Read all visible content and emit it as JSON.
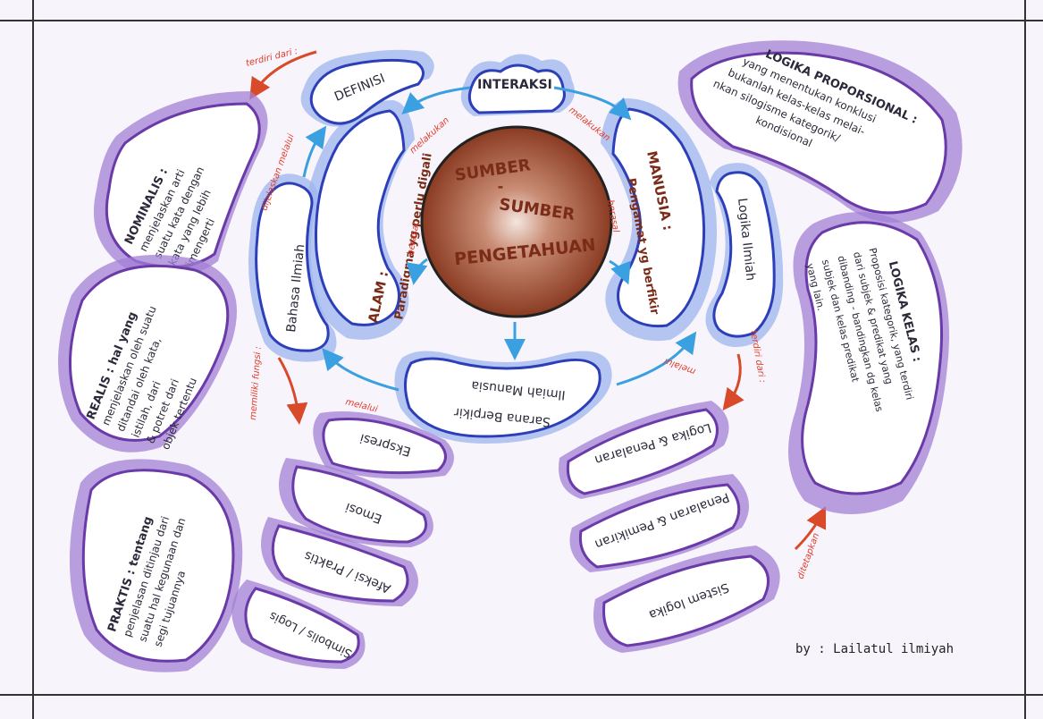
{
  "center": {
    "line1": "SUMBER",
    "dash": "-",
    "line2": "SUMBER",
    "line3": "PENGETAHUAN"
  },
  "inner_nodes": {
    "interaksi": "INTERAKSI",
    "manusia": "MANUSIA :",
    "manusia_sub": "Pengamat yg berfikir",
    "alam": "ALAM :",
    "alam_sub": "Paradigma yg perlu digali",
    "sarana": "Sarana Berpikir",
    "sarana_sub": "Ilmiah Manusia"
  },
  "outer_nodes": {
    "definisi": "DEFINISI",
    "bahasa": "Bahasa Ilmiah",
    "logika": "Logika Ilmiah"
  },
  "left_branch": {
    "nominalis": [
      "NOMINALIS :",
      "menjelaskan arti",
      "suatu kata dengan",
      "kata yang lebih",
      "dimengerti"
    ],
    "realis": [
      "REALIS : hal yang",
      "menjelaskan oleh suatu",
      "ditandai oleh kata,",
      "istilah, dari",
      "& potret dari",
      "objek tertentu"
    ],
    "praktis": [
      "PRAKTIS : tentang",
      "penjelasan ditinjau dari",
      "suatu hal kegunaan dan",
      "segi tujuannya"
    ]
  },
  "right_branch": {
    "proporsional": [
      "LOGIKA PROPORSIONAL :",
      "yang menentukan konklusi",
      "bukanlah kelas-kelas melai-",
      "nkan silogisme kategorik/",
      "kondisional"
    ],
    "kelas": [
      "LOGIKA KELAS :",
      "Proposisi kategorik, yang terdiri",
      "dari subjek & predikat yang",
      "dibanding - bandingkan dg kelas",
      "subjek dan kelas predikat",
      "yang lain."
    ]
  },
  "bahasa_functions": [
    "Ekspresi",
    "Emosi",
    "Afeksi / Praktis",
    "Simbolis / Logis"
  ],
  "logika_parts": [
    "Logika & Penalaran",
    "Penalaran & Pemikiran",
    "Sistem logika"
  ],
  "relations": {
    "melakukan_left": "melakukan",
    "melakukan_right": "melakukan",
    "berasal_left": "berasal",
    "berasal_right": "berasal",
    "dijelaskan_melalui": "dijelaskan melalui",
    "melalui_left": "melalui",
    "melalui_right": "melalui",
    "terdiri_dari_top": "terdiri dari :",
    "terdiri_dari_right": "terdiri dari :",
    "memiliki_fungsi": "memiliki fungsi :",
    "ditetapkan": "ditetapkan"
  },
  "author": "by : Lailatul ilmiyah",
  "colors": {
    "blue_outline": "#2c3fb8",
    "purple_outline": "#6a3aa8",
    "center_fill": "#9a4a32",
    "arrow_blue": "#3aa0e0",
    "relation_red": "#e23a2a"
  }
}
